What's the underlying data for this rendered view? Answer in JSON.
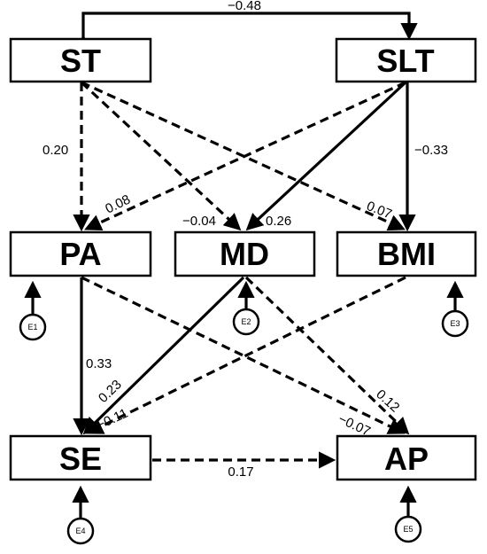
{
  "nodes": {
    "ST": "ST",
    "SLT": "SLT",
    "PA": "PA",
    "MD": "MD",
    "BMI": "BMI",
    "SE": "SE",
    "AP": "AP"
  },
  "errors": {
    "E1": "E1",
    "E2": "E2",
    "E3": "E3",
    "E4": "E4",
    "E5": "E5"
  },
  "coefficients": {
    "st_slt": "−0.48",
    "st_pa": "0.20",
    "slt_pa": "0.08",
    "st_md": "−0.04",
    "slt_md": "0.26",
    "st_bmi": "0.07",
    "slt_bmi": "−0.33",
    "pa_se": "0.33",
    "md_se": "0.23",
    "bmi_se": "−0.11",
    "pa_ap": "−0.07",
    "md_ap": "0.12",
    "se_ap": "0.17"
  }
}
